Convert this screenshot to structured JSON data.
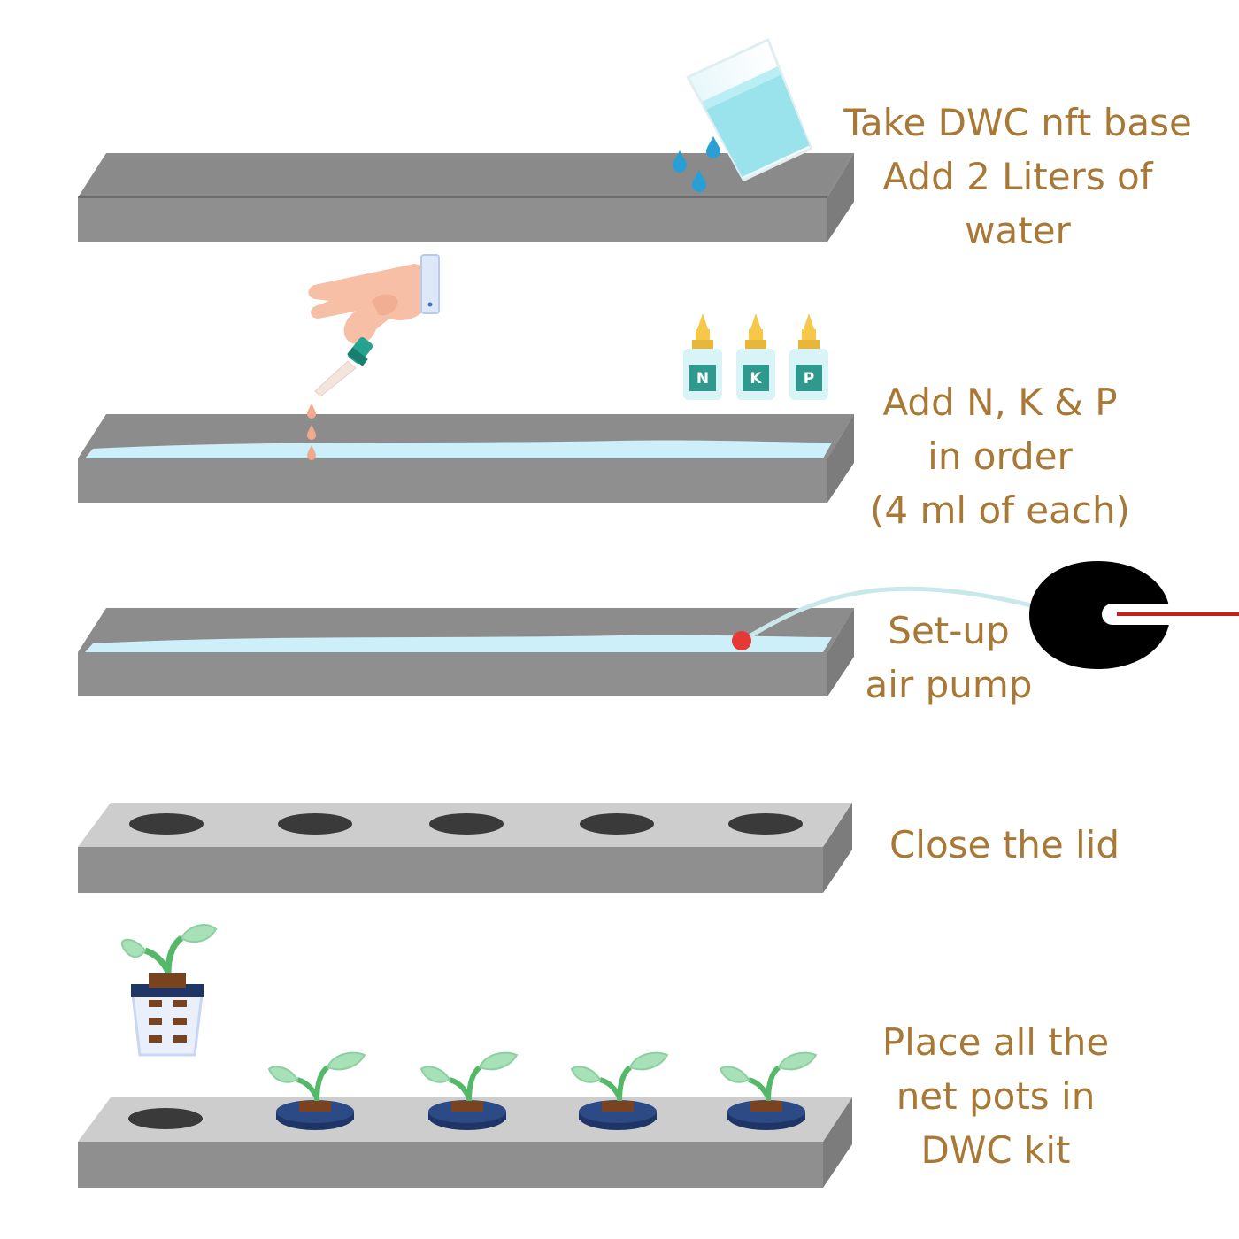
{
  "colors": {
    "text": "#A87936",
    "tray_top": "#8C8C8C",
    "tray_front": "#8F8F8F",
    "lid": "#CDCDCD",
    "water": "#CDEFFA",
    "bottle_label": "#2E9A8E",
    "net_pot": "#1F3566",
    "leaf": "#A8E0B8",
    "stem": "#55B868",
    "soil": "#7A4320",
    "pump": "#000000",
    "wire": "#C81E1E",
    "air_stone": "#E53935"
  },
  "icons": [
    "water-glass-icon",
    "water-drop-icon",
    "hand-icon",
    "dropper-icon",
    "nutrient-bottle-icon",
    "air-pump-icon",
    "seedling-icon",
    "net-pot-icon"
  ],
  "bottles": [
    "N",
    "K",
    "P"
  ],
  "steps": [
    {
      "lines": [
        "Take DWC nft base",
        "Add 2 Liters of",
        "water"
      ]
    },
    {
      "lines": [
        "Add N, K & P",
        "in order",
        "(4 ml of each)"
      ]
    },
    {
      "lines": [
        "Set-up",
        "air pump"
      ]
    },
    {
      "lines": [
        "Close the lid"
      ]
    },
    {
      "lines": [
        "Place all the",
        "net pots in",
        "DWC kit"
      ]
    }
  ]
}
